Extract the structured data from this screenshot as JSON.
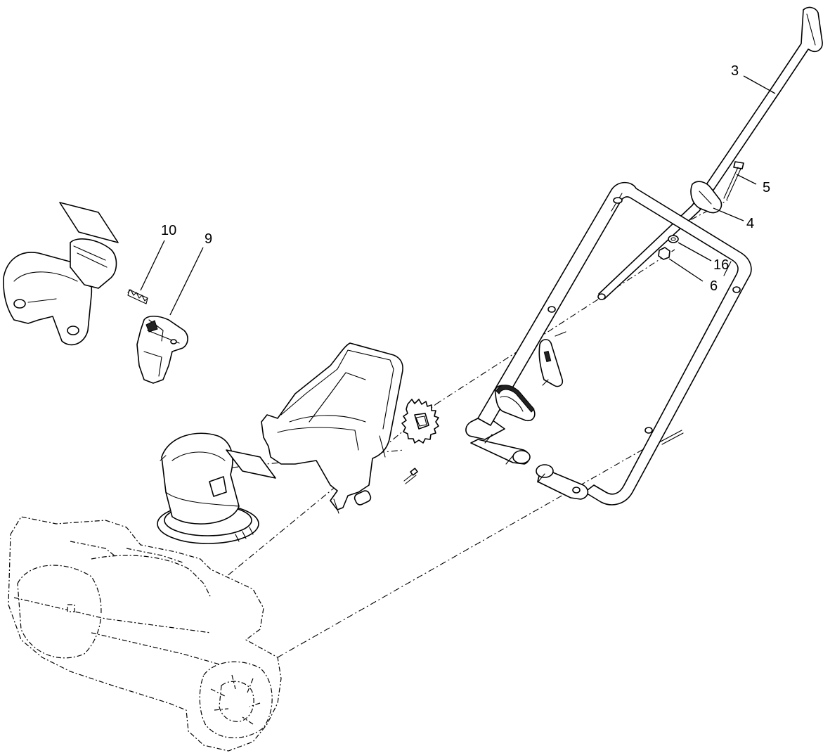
{
  "diagram": {
    "callouts": [
      {
        "id": "3",
        "label": "3"
      },
      {
        "id": "4",
        "label": "4"
      },
      {
        "id": "5",
        "label": "5"
      },
      {
        "id": "16",
        "label": "16"
      },
      {
        "id": "6",
        "label": "6"
      },
      {
        "id": "9",
        "label": "9"
      },
      {
        "id": "10",
        "label": "10"
      }
    ]
  }
}
